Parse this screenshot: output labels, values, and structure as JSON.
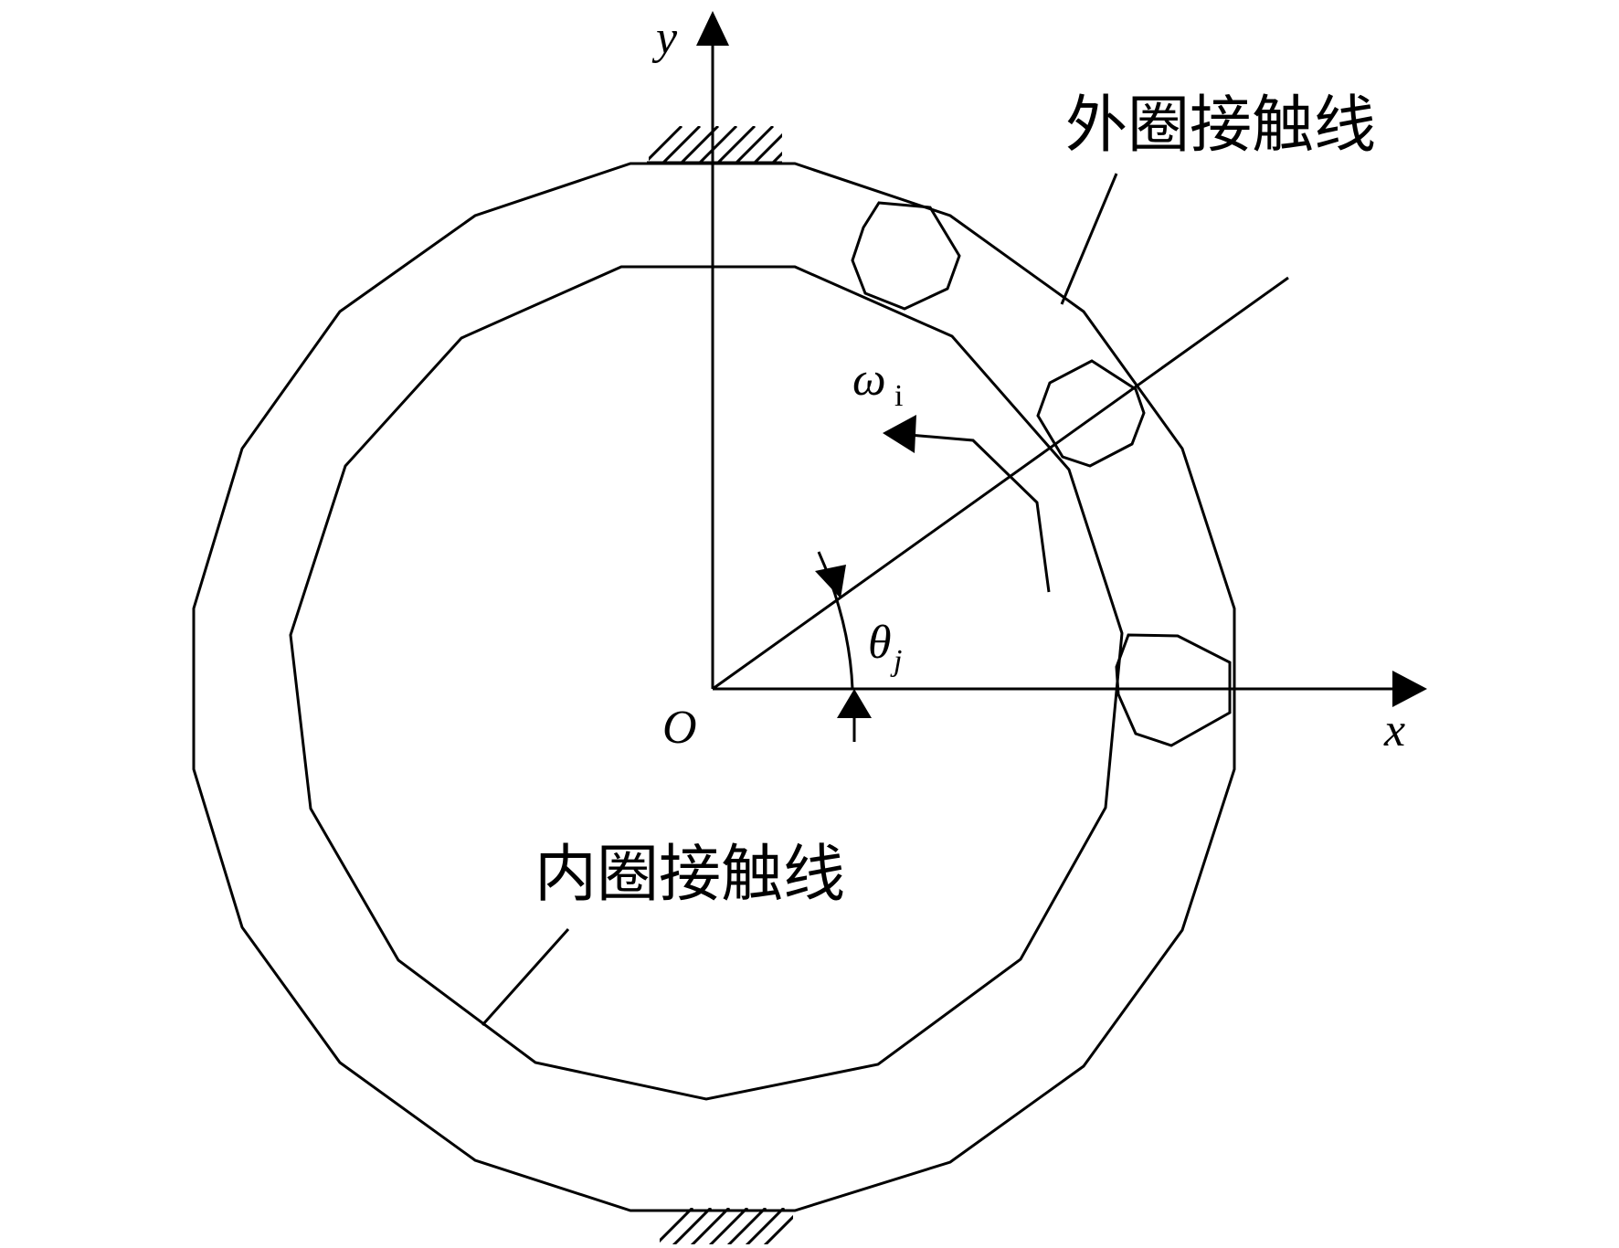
{
  "labels": {
    "outer_contact_line": "外圈接触线",
    "inner_contact_line": "内圈接触线",
    "axis_x": "x",
    "axis_y": "y",
    "origin": "O",
    "omega": "ω",
    "omega_sub": "i",
    "theta": "θ",
    "theta_sub": "j"
  },
  "colors": {
    "stroke": "#000000",
    "background": "#ffffff"
  }
}
